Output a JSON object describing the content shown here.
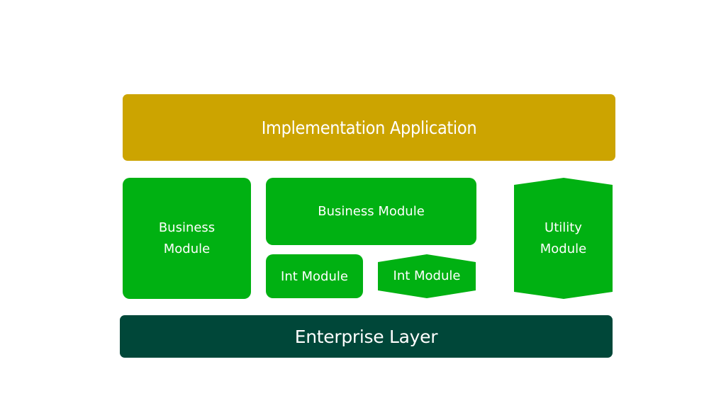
{
  "diagram": {
    "top_layer": {
      "label": "Implementation Application",
      "color": "#cca400"
    },
    "modules": [
      {
        "label_lines": [
          "Business",
          "Module"
        ],
        "shape": "rounded-rect"
      },
      {
        "label": "Business Module",
        "shape": "rounded-rect"
      },
      {
        "label": "Int Module",
        "shape": "rounded-rect"
      },
      {
        "label": "Int Module",
        "shape": "hexagon"
      },
      {
        "label_lines": [
          "Utility",
          "Module"
        ],
        "shape": "hexagon"
      }
    ],
    "module_color": "#00b112",
    "bottom_layer": {
      "label": "Enterprise Layer",
      "color": "#004739"
    }
  }
}
